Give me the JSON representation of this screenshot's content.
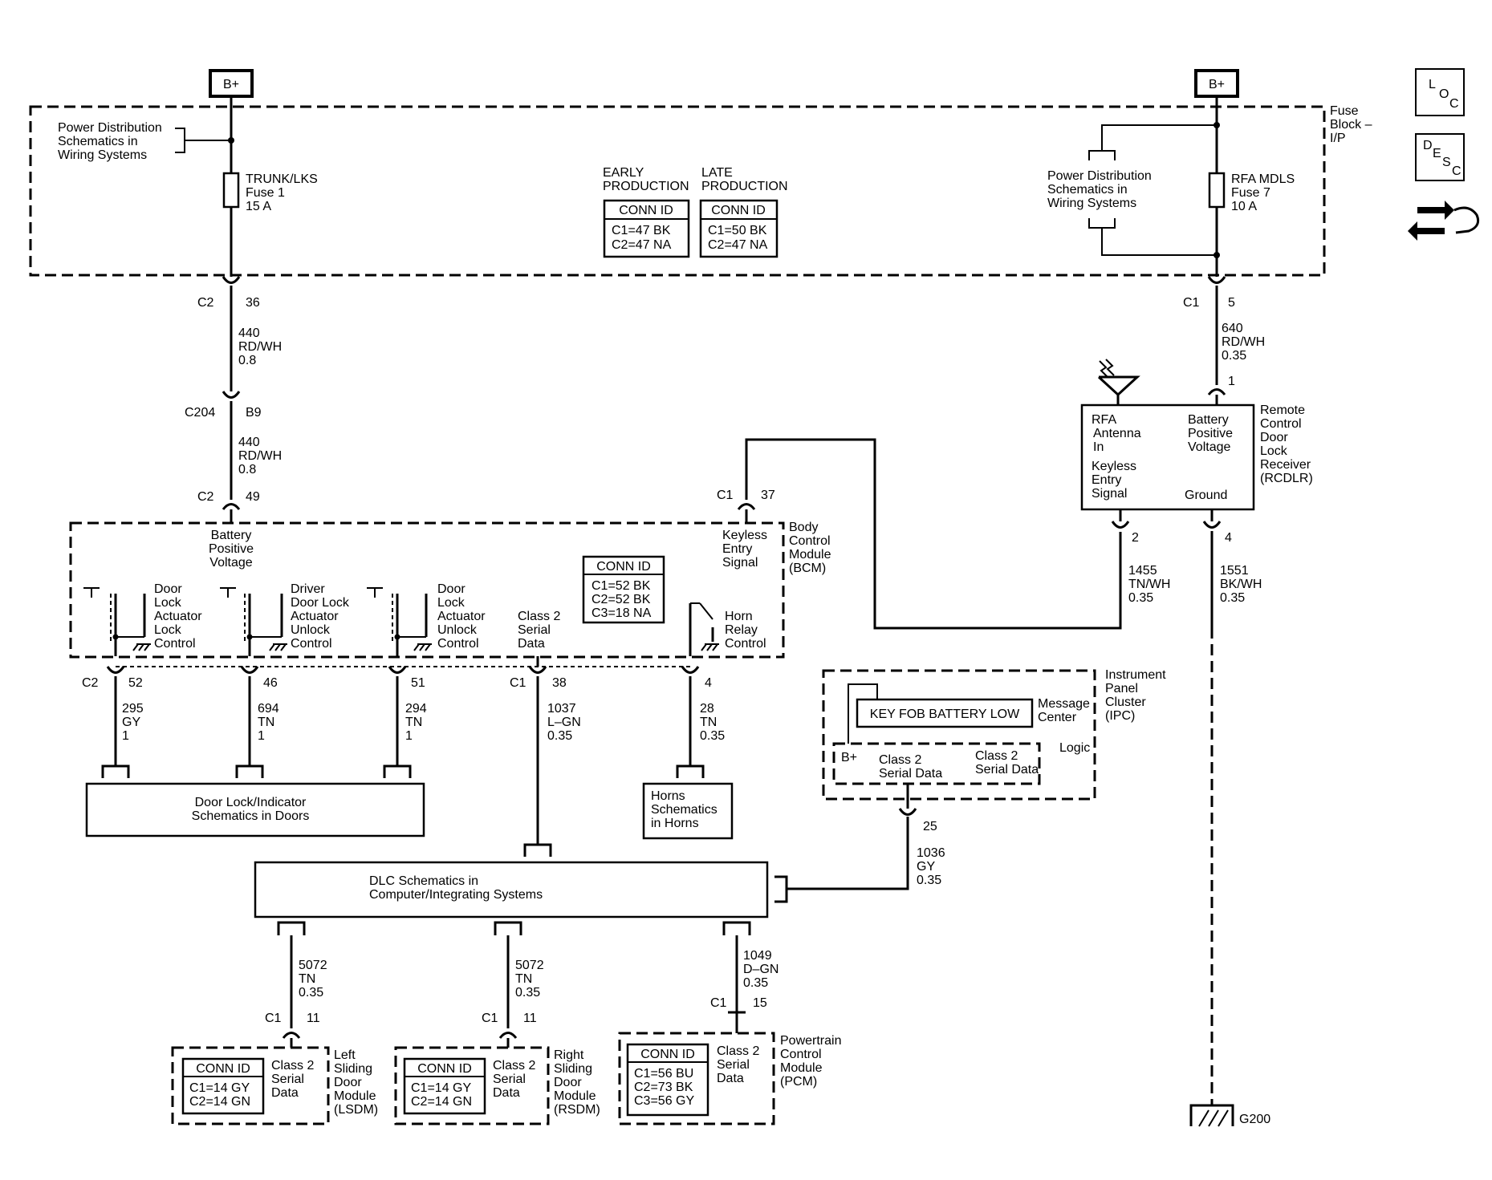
{
  "power": {
    "b_plus": "B+",
    "fuse_block": [
      "Fuse",
      "Block –",
      "I/P"
    ],
    "pd_left": [
      "Power Distribution",
      "Schematics in",
      "Wiring Systems"
    ],
    "pd_right": [
      "Power Distribution",
      "Schematics in",
      "Wiring Systems"
    ],
    "fuse1": [
      "TRUNK/LKS",
      "Fuse 1",
      "15 A"
    ],
    "fuse7": [
      "RFA MDLS",
      "Fuse 7",
      "10 A"
    ],
    "early": [
      "EARLY",
      "PRODUCTION"
    ],
    "late": [
      "LATE",
      "PRODUCTION"
    ],
    "conn_id": "CONN ID",
    "fb_early": [
      "C1=47 BK",
      "C2=47 NA"
    ],
    "fb_late": [
      "C1=50 BK",
      "C2=47 NA"
    ]
  },
  "icons": {
    "loc": [
      "L",
      "O",
      "C"
    ],
    "desc": [
      "D",
      "E",
      "S",
      "C"
    ]
  },
  "left_chain": {
    "c2": "C2",
    "p36": "36",
    "w440a": [
      "440",
      "RD/WH",
      "0.8"
    ],
    "c204": "C204",
    "b9": "B9",
    "w440b": [
      "440",
      "RD/WH",
      "0.8"
    ],
    "c2b": "C2",
    "p49": "49"
  },
  "right_chain": {
    "c1": "C1",
    "p5": "5",
    "w640": [
      "640",
      "RD/WH",
      "0.35"
    ],
    "p1": "1"
  },
  "rcdlr": {
    "antenna": [
      "RFA",
      "Antenna",
      "In"
    ],
    "battery": [
      "Battery",
      "Positive",
      "Voltage"
    ],
    "keyless": [
      "Keyless",
      "Entry",
      "Signal"
    ],
    "ground": "Ground",
    "name": [
      "Remote",
      "Control",
      "Door",
      "Lock",
      "Receiver",
      "(RCDLR)"
    ],
    "p2": "2",
    "p4": "4",
    "w1455": [
      "1455",
      "TN/WH",
      "0.35"
    ],
    "w1551": [
      "1551",
      "BK/WH",
      "0.35"
    ],
    "g200": "G200"
  },
  "bcm": {
    "battery": [
      "Battery",
      "Positive",
      "Voltage"
    ],
    "c1": "C1",
    "p37": "37",
    "keyless": [
      "Keyless",
      "Entry",
      "Signal"
    ],
    "name": [
      "Body",
      "Control",
      "Module",
      "(BCM)"
    ],
    "conn_id": "CONN ID",
    "conn": [
      "C1=52 BK",
      "C2=52 BK",
      "C3=18 NA"
    ],
    "dlock": [
      "Door",
      "Lock",
      "Actuator",
      "Lock",
      "Control"
    ],
    "drv_unlock": [
      "Driver",
      "Door Lock",
      "Actuator",
      "Unlock",
      "Control"
    ],
    "dunlock": [
      "Door",
      "Lock",
      "Actuator",
      "Unlock",
      "Control"
    ],
    "class2": [
      "Class 2",
      "Serial",
      "Data"
    ],
    "horn": [
      "Horn",
      "Relay",
      "Control"
    ],
    "c2": "C2",
    "p52": "52",
    "p46": "46",
    "p51": "51",
    "c1b": "C1",
    "p38": "38",
    "p4": "4",
    "w295": [
      "295",
      "GY",
      "1"
    ],
    "w694": [
      "694",
      "TN",
      "1"
    ],
    "w294": [
      "294",
      "TN",
      "1"
    ],
    "w1037": [
      "1037",
      "L–GN",
      "0.35"
    ],
    "w28": [
      "28",
      "TN",
      "0.35"
    ]
  },
  "blocks": {
    "door_lock": [
      "Door Lock/Indicator",
      "Schematics in Doors"
    ],
    "horns": [
      "Horns",
      "Schematics",
      "in Horns"
    ],
    "dlc": [
      "DLC Schematics in",
      "Computer/Integrating Systems"
    ]
  },
  "ipc": {
    "name": [
      "Instrument",
      "Panel",
      "Cluster",
      "(IPC)"
    ],
    "message": "KEY FOB BATTERY LOW",
    "msg_center": [
      "Message",
      "Center"
    ],
    "logic": "Logic",
    "bplus": "B+",
    "class2a": [
      "Class 2",
      "Serial Data"
    ],
    "class2b": [
      "Class 2",
      "Serial Data"
    ],
    "p25": "25",
    "w1036": [
      "1036",
      "GY",
      "0.35"
    ]
  },
  "lower": {
    "w5072a": [
      "5072",
      "TN",
      "0.35"
    ],
    "w5072b": [
      "5072",
      "TN",
      "0.35"
    ],
    "w1049": [
      "1049",
      "D–GN",
      "0.35"
    ],
    "c1a": "C1",
    "p11a": "11",
    "c1b": "C1",
    "p11b": "11",
    "c1c": "C1",
    "p15": "15",
    "conn_id": "CONN ID",
    "lsdm_conn": [
      "C1=14 GY",
      "C2=14 GN"
    ],
    "rsdm_conn": [
      "C1=14 GY",
      "C2=14 GN"
    ],
    "pcm_conn": [
      "C1=56 BU",
      "C2=73 BK",
      "C3=56 GY"
    ],
    "class2": [
      "Class 2",
      "Serial",
      "Data"
    ],
    "lsdm": [
      "Left",
      "Sliding",
      "Door",
      "Module",
      "(LSDM)"
    ],
    "rsdm": [
      "Right",
      "Sliding",
      "Door",
      "Module",
      "(RSDM)"
    ],
    "pcm": [
      "Powertrain",
      "Control",
      "Module",
      "(PCM)"
    ]
  }
}
